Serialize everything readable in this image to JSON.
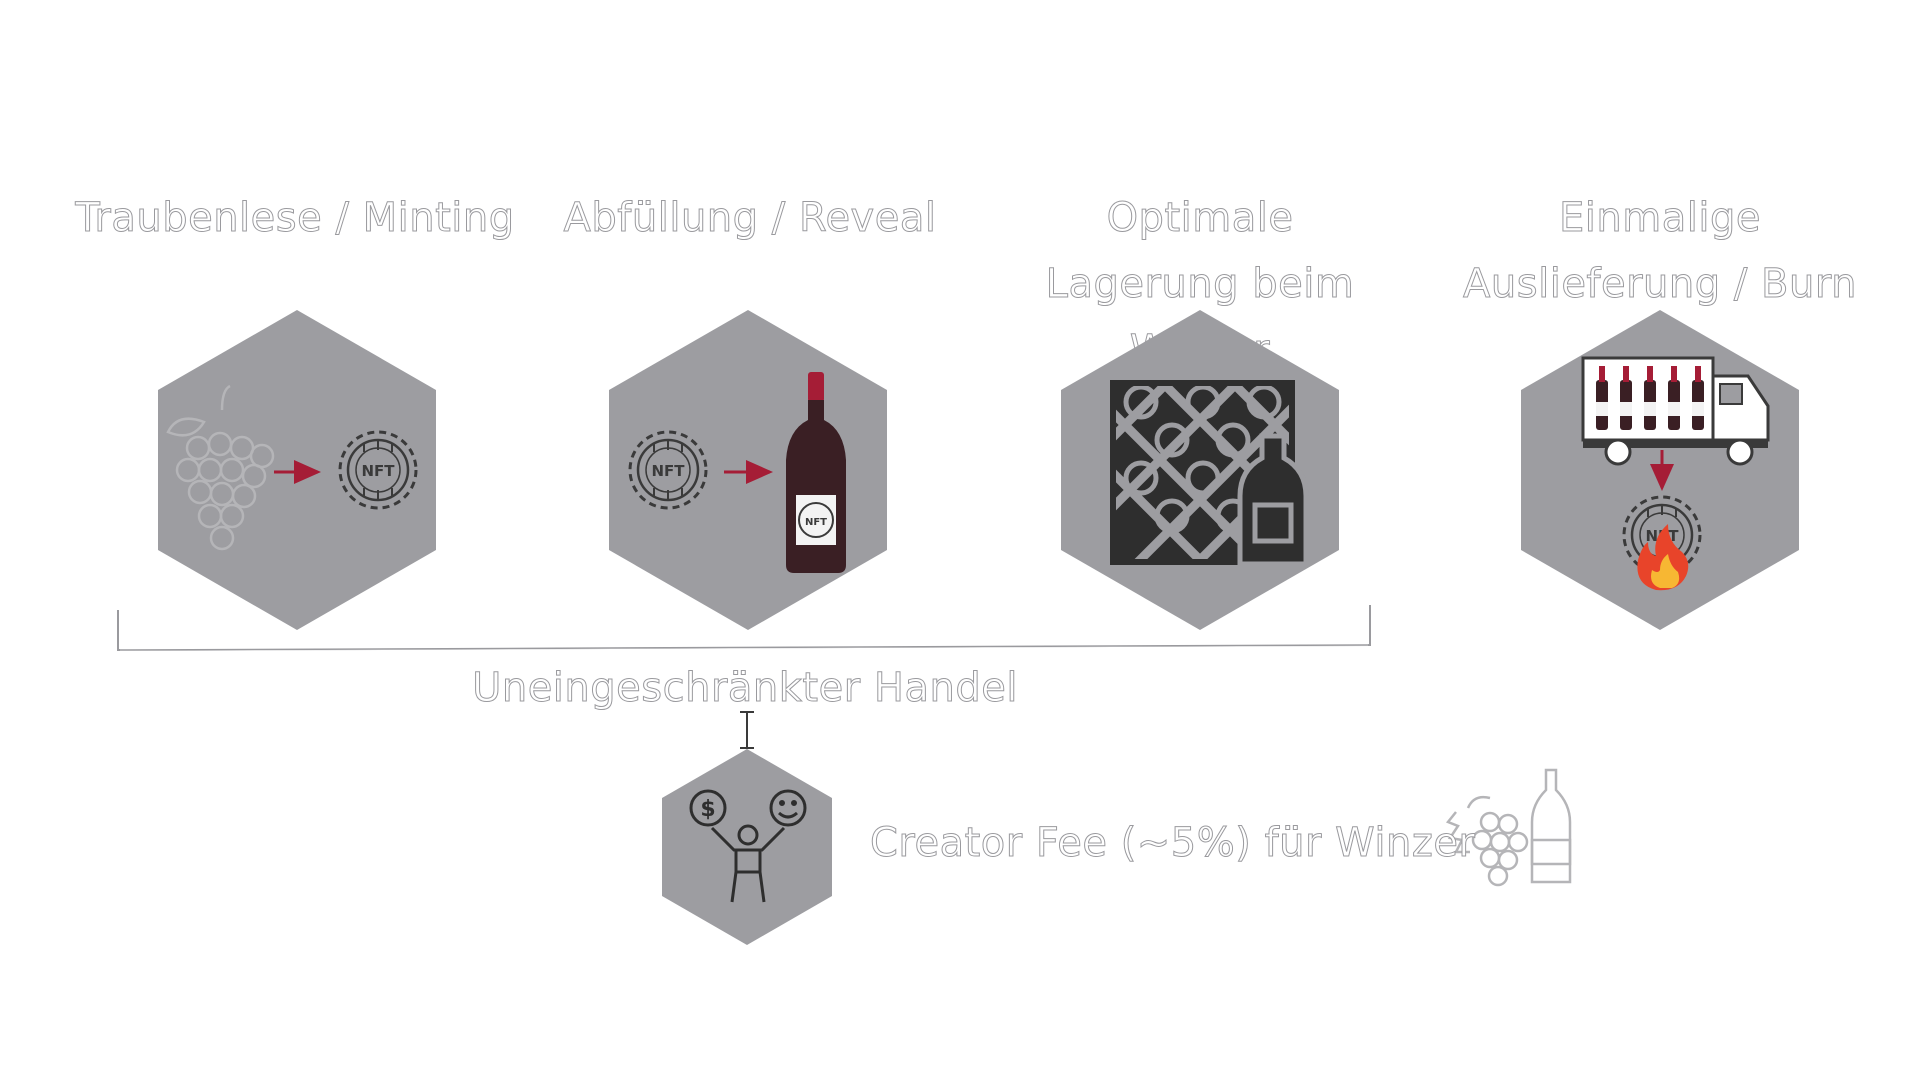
{
  "steps": [
    {
      "title": "Traubenlese / Minting"
    },
    {
      "title": "Abfüllung / Reveal"
    },
    {
      "title": "Optimale Lagerung beim Winzer"
    },
    {
      "title": "Einmalige Auslieferung / Burn"
    }
  ],
  "trade": {
    "label": "Uneingeschränkter Handel"
  },
  "fee": {
    "label": "Creator Fee (~5%) für Winzer"
  },
  "icons": {
    "nft": "NFT",
    "grapes": "grapes-icon",
    "bottle": "wine-bottle-icon",
    "rack": "wine-rack-icon",
    "truck": "delivery-truck-icon",
    "fire": "fire-icon",
    "trader": "happy-trader-icon"
  },
  "colors": {
    "hex_fill": "#9d9da1",
    "arrow": "#a51d36",
    "label_outline": "#9a9a9e",
    "bottle": "#3a1f24",
    "capsule": "#a51d36"
  }
}
